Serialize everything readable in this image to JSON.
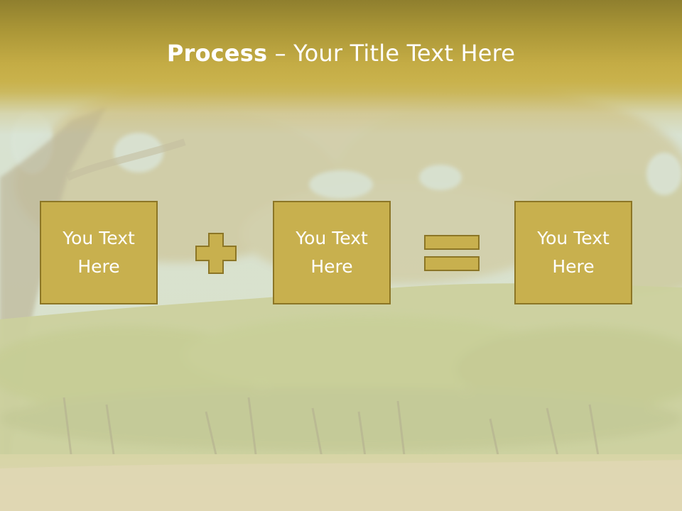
{
  "title": {
    "bold": "Process",
    "rest": " – Your Title Text Here"
  },
  "boxes": [
    {
      "text": "You Text\nHere"
    },
    {
      "text": "You Text\nHere"
    },
    {
      "text": "You Text\nHere"
    }
  ],
  "operators": [
    "plus-icon",
    "equals-icon"
  ],
  "colors": {
    "box_fill": "#c8b04e",
    "box_border": "#8c7626",
    "header": "#c4ac45",
    "text": "#ffffff"
  }
}
